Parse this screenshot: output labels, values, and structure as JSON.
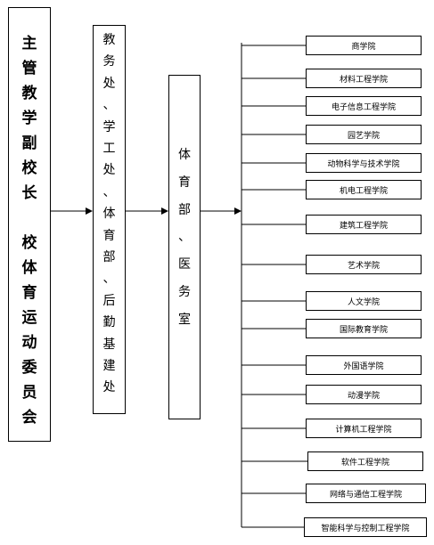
{
  "leader": {
    "lines": [
      "主",
      "管",
      "教",
      "学",
      "副",
      "校",
      "长",
      "",
      "校",
      "体",
      "育",
      "运",
      "动",
      "委",
      "员",
      "会"
    ]
  },
  "departments": {
    "lines": [
      "教",
      "务",
      "处",
      "、",
      "学",
      "工",
      "处",
      "、",
      "体",
      "育",
      "部",
      "、",
      "后",
      "勤",
      "基",
      "建",
      "处"
    ]
  },
  "pe_office": {
    "lines": [
      "体",
      "育",
      "部",
      "、",
      "医",
      "务",
      "室"
    ]
  },
  "colleges": [
    "商学院",
    "材料工程学院",
    "电子信息工程学院",
    "园艺学院",
    "动物科学与技术学院",
    "机电工程学院",
    "建筑工程学院",
    "艺术学院",
    "人文学院",
    "国际教育学院",
    "外国语学院",
    "动漫学院",
    "计算机工程学院",
    "软件工程学院",
    "网络与通信工程学院",
    "智能科学与控制工程学院"
  ]
}
